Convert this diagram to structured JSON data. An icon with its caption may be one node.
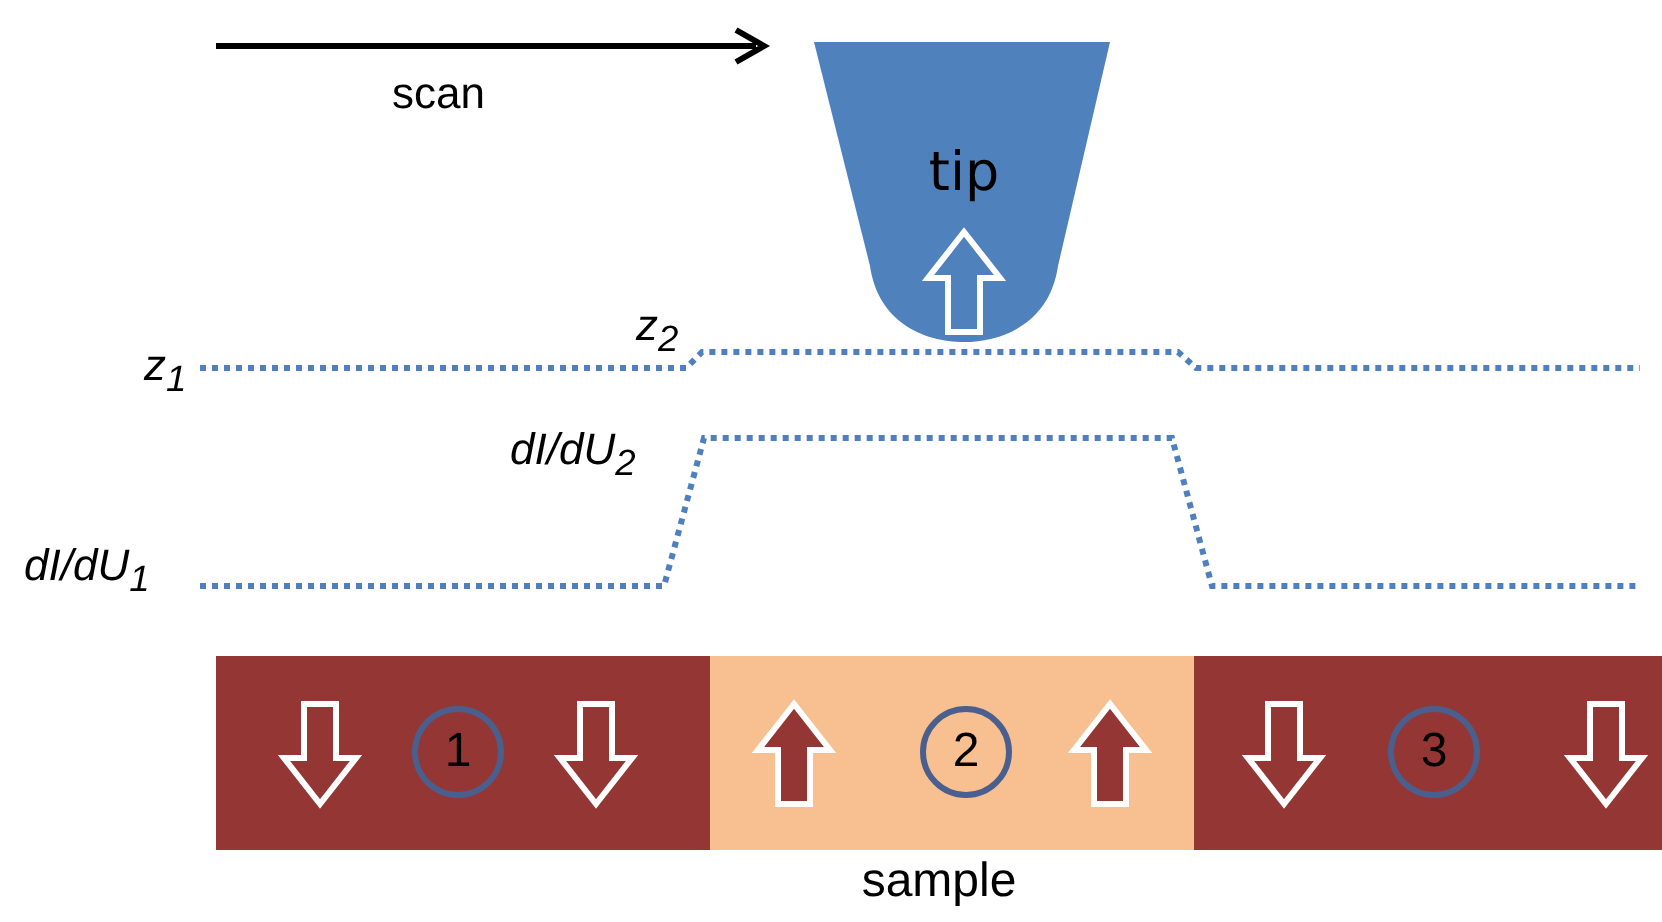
{
  "diagram": {
    "nodes": [
      {
        "text": [
          "tip"
        ]
      },
      {
        "text": [
          "sample"
        ]
      },
      {
        "text": [],
        "shape": "box",
        "in": 1
      },
      {
        "text": [
          "1"
        ],
        "in": 2
      },
      {
        "text": [],
        "shape": "box",
        "in": 1
      },
      {
        "text": [
          "2"
        ],
        "in": 4
      },
      {
        "text": [],
        "shape": "box",
        "in": 1
      },
      {
        "text": [
          "3"
        ],
        "in": 6
      }
    ],
    "edges": [],
    "labels": [
      "scan",
      "z$_{2}$",
      "z$_{1}$",
      "dI/dU$_{2}$",
      "dI/dU$_{1}$"
    ]
  }
}
